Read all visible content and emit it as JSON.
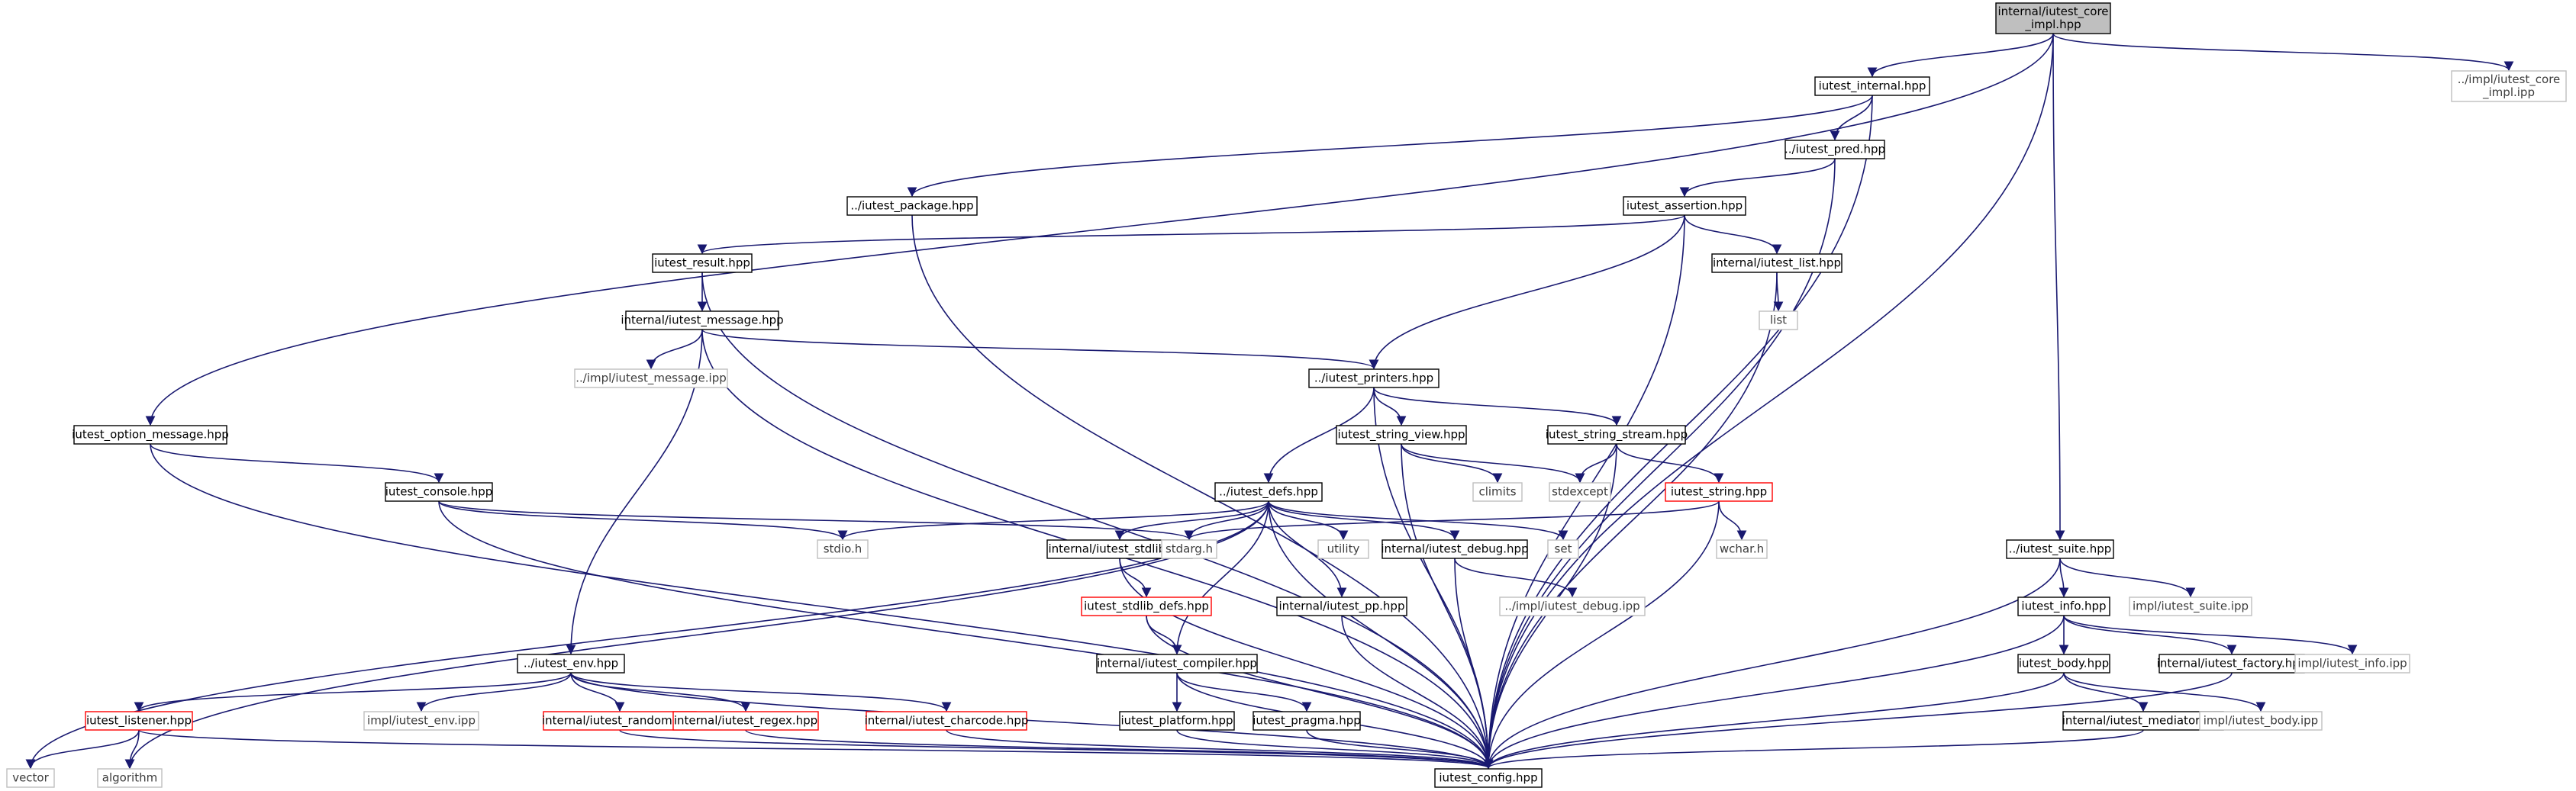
{
  "colors": {
    "edge": "#191970",
    "edge_grey": "#a9a9a9",
    "node_border": "#000000",
    "node_border_missing": "#bfbfbf",
    "node_border_truncated": "#ff0000",
    "root_fill": "#bfbfbf",
    "text": "#000000",
    "text_missing": "#3c3c3c"
  },
  "nodes": [
    {
      "id": "root",
      "label": "internal/iutest_core\n_impl.hpp",
      "style": "root"
    },
    {
      "id": "internal",
      "label": "iutest_internal.hpp",
      "style": "normal"
    },
    {
      "id": "core_ipp",
      "label": "../impl/iutest_core\n_impl.ipp",
      "style": "missing"
    },
    {
      "id": "pred",
      "label": "../iutest_pred.hpp",
      "style": "normal"
    },
    {
      "id": "package",
      "label": "../iutest_package.hpp",
      "style": "normal"
    },
    {
      "id": "assertion",
      "label": "iutest_assertion.hpp",
      "style": "normal"
    },
    {
      "id": "result",
      "label": "iutest_result.hpp",
      "style": "normal"
    },
    {
      "id": "list_hpp",
      "label": "internal/iutest_list.hpp",
      "style": "normal"
    },
    {
      "id": "list",
      "label": "list",
      "style": "missing"
    },
    {
      "id": "message",
      "label": "internal/iutest_message.hpp",
      "style": "normal"
    },
    {
      "id": "message_ipp",
      "label": "../impl/iutest_message.ipp",
      "style": "missing"
    },
    {
      "id": "printers",
      "label": "../iutest_printers.hpp",
      "style": "normal"
    },
    {
      "id": "option_message",
      "label": "iutest_option_message.hpp",
      "style": "normal"
    },
    {
      "id": "string_view",
      "label": "iutest_string_view.hpp",
      "style": "normal"
    },
    {
      "id": "string_stream",
      "label": "iutest_string_stream.hpp",
      "style": "normal"
    },
    {
      "id": "console",
      "label": "iutest_console.hpp",
      "style": "normal"
    },
    {
      "id": "defs",
      "label": "../iutest_defs.hpp",
      "style": "normal"
    },
    {
      "id": "climits",
      "label": "climits",
      "style": "missing"
    },
    {
      "id": "stdexcept",
      "label": "stdexcept",
      "style": "missing"
    },
    {
      "id": "iutest_string",
      "label": "iutest_string.hpp",
      "style": "truncated"
    },
    {
      "id": "stdio",
      "label": "stdio.h",
      "style": "missing"
    },
    {
      "id": "stdlib",
      "label": "internal/iutest_stdlib.hpp",
      "style": "normal"
    },
    {
      "id": "stdarg",
      "label": "stdarg.h",
      "style": "missing"
    },
    {
      "id": "utility",
      "label": "utility",
      "style": "missing"
    },
    {
      "id": "debug",
      "label": "internal/iutest_debug.hpp",
      "style": "normal"
    },
    {
      "id": "set",
      "label": "set",
      "style": "missing"
    },
    {
      "id": "wchar",
      "label": "wchar.h",
      "style": "missing"
    },
    {
      "id": "suite",
      "label": "../iutest_suite.hpp",
      "style": "normal"
    },
    {
      "id": "suite_ipp",
      "label": "impl/iutest_suite.ipp",
      "style": "missing"
    },
    {
      "id": "stdlib_defs",
      "label": "iutest_stdlib_defs.hpp",
      "style": "truncated"
    },
    {
      "id": "pp",
      "label": "internal/iutest_pp.hpp",
      "style": "normal"
    },
    {
      "id": "debug_ipp",
      "label": "../impl/iutest_debug.ipp",
      "style": "missing"
    },
    {
      "id": "info",
      "label": "iutest_info.hpp",
      "style": "normal"
    },
    {
      "id": "env",
      "label": "../iutest_env.hpp",
      "style": "normal"
    },
    {
      "id": "compiler",
      "label": "internal/iutest_compiler.hpp",
      "style": "normal"
    },
    {
      "id": "body",
      "label": "iutest_body.hpp",
      "style": "normal"
    },
    {
      "id": "factory",
      "label": "internal/iutest_factory.hpp",
      "style": "normal"
    },
    {
      "id": "info_ipp",
      "label": "impl/iutest_info.ipp",
      "style": "missing"
    },
    {
      "id": "listener",
      "label": "iutest_listener.hpp",
      "style": "truncated"
    },
    {
      "id": "env_ipp",
      "label": "impl/iutest_env.ipp",
      "style": "missing"
    },
    {
      "id": "random",
      "label": "internal/iutest_random.hpp",
      "style": "truncated"
    },
    {
      "id": "regex",
      "label": "internal/iutest_regex.hpp",
      "style": "truncated"
    },
    {
      "id": "charcode",
      "label": "internal/iutest_charcode.hpp",
      "style": "truncated"
    },
    {
      "id": "platform",
      "label": "iutest_platform.hpp",
      "style": "normal"
    },
    {
      "id": "pragma",
      "label": "iutest_pragma.hpp",
      "style": "normal"
    },
    {
      "id": "mediator",
      "label": "internal/iutest_mediator.hpp",
      "style": "normal"
    },
    {
      "id": "body_ipp",
      "label": "impl/iutest_body.ipp",
      "style": "missing"
    },
    {
      "id": "vector",
      "label": "vector",
      "style": "missing"
    },
    {
      "id": "algorithm",
      "label": "algorithm",
      "style": "missing"
    },
    {
      "id": "config",
      "label": "iutest_config.hpp",
      "style": "normal"
    }
  ],
  "edges": [
    [
      "root",
      "internal"
    ],
    [
      "root",
      "core_ipp"
    ],
    [
      "root",
      "option_message"
    ],
    [
      "root",
      "suite"
    ],
    [
      "root",
      "config"
    ],
    [
      "internal",
      "pred"
    ],
    [
      "internal",
      "package"
    ],
    [
      "internal",
      "config"
    ],
    [
      "pred",
      "assertion"
    ],
    [
      "pred",
      "config"
    ],
    [
      "package",
      "config"
    ],
    [
      "assertion",
      "result"
    ],
    [
      "assertion",
      "list_hpp"
    ],
    [
      "assertion",
      "printers"
    ],
    [
      "assertion",
      "config"
    ],
    [
      "result",
      "message"
    ],
    [
      "result",
      "config"
    ],
    [
      "list_hpp",
      "list"
    ],
    [
      "list_hpp",
      "config"
    ],
    [
      "message",
      "message_ipp"
    ],
    [
      "message",
      "printers"
    ],
    [
      "message",
      "env"
    ],
    [
      "message",
      "config"
    ],
    [
      "printers",
      "string_view"
    ],
    [
      "printers",
      "string_stream"
    ],
    [
      "printers",
      "defs"
    ],
    [
      "printers",
      "config"
    ],
    [
      "option_message",
      "console"
    ],
    [
      "option_message",
      "config"
    ],
    [
      "string_view",
      "climits"
    ],
    [
      "string_view",
      "stdexcept"
    ],
    [
      "string_view",
      "config"
    ],
    [
      "string_stream",
      "stdexcept"
    ],
    [
      "string_stream",
      "iutest_string"
    ],
    [
      "string_stream",
      "config"
    ],
    [
      "console",
      "stdio"
    ],
    [
      "console",
      "stdarg"
    ],
    [
      "console",
      "config"
    ],
    [
      "defs",
      "stdio"
    ],
    [
      "defs",
      "stdlib"
    ],
    [
      "defs",
      "stdarg"
    ],
    [
      "defs",
      "utility"
    ],
    [
      "defs",
      "debug"
    ],
    [
      "defs",
      "set"
    ],
    [
      "defs",
      "pp"
    ],
    [
      "defs",
      "compiler"
    ],
    [
      "defs",
      "vector"
    ],
    [
      "defs",
      "algorithm"
    ],
    [
      "defs",
      "config"
    ],
    [
      "iutest_string",
      "stdarg"
    ],
    [
      "iutest_string",
      "wchar"
    ],
    [
      "iutest_string",
      "config"
    ],
    [
      "stdlib",
      "stdlib_defs"
    ],
    [
      "stdlib",
      "config"
    ],
    [
      "stdlib_defs",
      "compiler"
    ],
    [
      "stdlib_defs",
      "config"
    ],
    [
      "debug",
      "debug_ipp"
    ],
    [
      "debug",
      "config"
    ],
    [
      "pp",
      "config"
    ],
    [
      "suite",
      "info"
    ],
    [
      "suite",
      "suite_ipp"
    ],
    [
      "suite",
      "config"
    ],
    [
      "info",
      "body"
    ],
    [
      "info",
      "factory"
    ],
    [
      "info",
      "info_ipp"
    ],
    [
      "info",
      "config"
    ],
    [
      "body",
      "mediator"
    ],
    [
      "body",
      "body_ipp"
    ],
    [
      "body",
      "config"
    ],
    [
      "factory",
      "config"
    ],
    [
      "mediator",
      "config"
    ],
    [
      "env",
      "listener"
    ],
    [
      "env",
      "env_ipp"
    ],
    [
      "env",
      "random"
    ],
    [
      "env",
      "regex"
    ],
    [
      "env",
      "charcode"
    ],
    [
      "env",
      "config"
    ],
    [
      "listener",
      "vector"
    ],
    [
      "listener",
      "algorithm"
    ],
    [
      "listener",
      "config"
    ],
    [
      "random",
      "config"
    ],
    [
      "regex",
      "config"
    ],
    [
      "charcode",
      "config"
    ],
    [
      "compiler",
      "platform"
    ],
    [
      "compiler",
      "pragma"
    ],
    [
      "compiler",
      "config"
    ],
    [
      "platform",
      "config"
    ],
    [
      "pragma",
      "config"
    ]
  ]
}
